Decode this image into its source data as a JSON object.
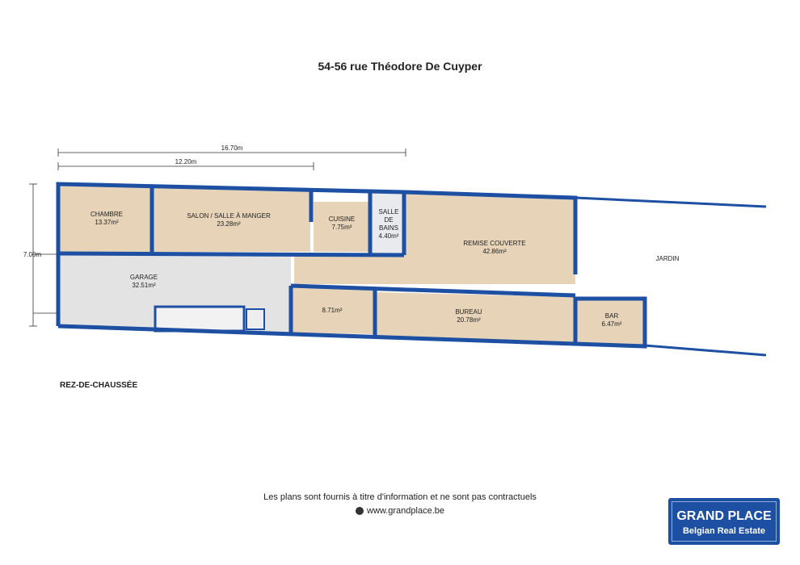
{
  "title": "54-56 rue Théodore De Cuyper",
  "floor_label": "REZ-DE-CHAUSSÉE",
  "dimensions": {
    "total_length": "16.70m",
    "partial_length": "12.20m",
    "height": "7.00m"
  },
  "rooms": [
    {
      "name": "CHAMBRE",
      "area": "13.37m²"
    },
    {
      "name": "SALON / SALLE À MANGER",
      "area": "23.28m²"
    },
    {
      "name": "CUISINE",
      "area": "7.75m²"
    },
    {
      "name": "SALLE",
      "name2": "DE",
      "name3": "BAINS",
      "area": "4.40m²"
    },
    {
      "name": "REMISE COUVERTE",
      "area": "42.86m²"
    },
    {
      "name": "GARAGE",
      "area": "32.51m²"
    },
    {
      "area": "8.71m²"
    },
    {
      "name": "BUREAU",
      "area": "20.78m²"
    },
    {
      "name": "BAR",
      "area": "6.47m²"
    },
    {
      "name": "JARDIN"
    }
  ],
  "footer": {
    "disclaimer": "Les plans sont fournis à titre d'information et ne sont pas contractuels",
    "website": "www.grandplace.be"
  },
  "logo": {
    "line1": "GRAND PLACE",
    "line2": "Belgian Real Estate"
  },
  "colors": {
    "wall": "#1d4fa3",
    "wood": "#e6d3b8",
    "garage": "#e3e3e3"
  }
}
